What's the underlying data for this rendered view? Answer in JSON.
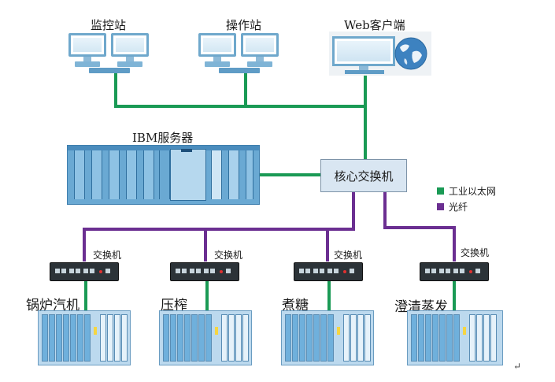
{
  "stations": {
    "monitor_label": "监控站",
    "operator_label": "操作站",
    "web_label": "Web客户端"
  },
  "server": {
    "label": "IBM服务器"
  },
  "core_switch": {
    "label": "核心交换机"
  },
  "legend": {
    "ethernet_label": "工业以太网",
    "ethernet_color": "#1a9a55",
    "fiber_label": "光纤",
    "fiber_color": "#6b2f91"
  },
  "access_switches": [
    {
      "label": "交换机"
    },
    {
      "label": "交换机"
    },
    {
      "label": "交换机"
    },
    {
      "label": "交换机"
    }
  ],
  "areas": [
    {
      "label": "锅炉汽机"
    },
    {
      "label": "压榨"
    },
    {
      "label": "煮糖"
    },
    {
      "label": "澄清蒸发"
    }
  ],
  "corner_mark": "↵"
}
